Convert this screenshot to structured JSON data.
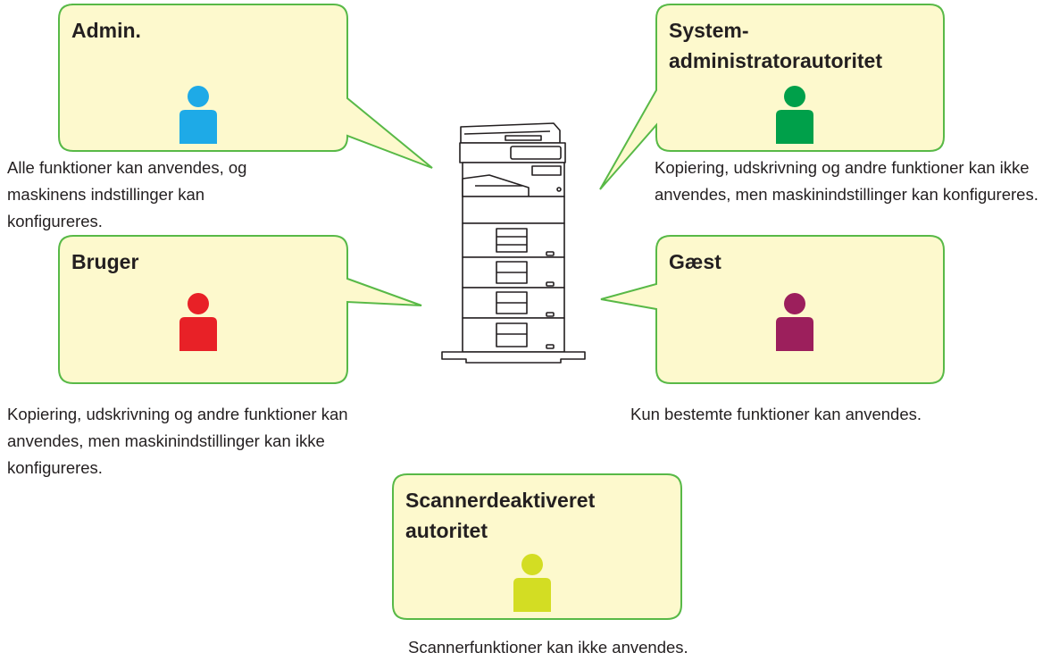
{
  "colors": {
    "bubble_fill": "#fdf9cd",
    "bubble_stroke": "#58b947",
    "admin": "#1eaae7",
    "sysadmin": "#00a04a",
    "user": "#e82127",
    "guest": "#9c1f5c",
    "scanner": "#d3dd23"
  },
  "icons": {
    "person": "person-icon",
    "printer": "multifunction-printer-icon"
  },
  "roles": {
    "admin": {
      "title": "Admin.",
      "description": "Alle funktioner kan anvendes, og maskinens indstillinger kan konfigureres."
    },
    "sysadmin": {
      "title_line1": "System-",
      "title_line2": "administratorautoritet",
      "description": "Kopiering, udskrivning og andre funktioner kan ikke anvendes, men maskinindstillinger kan konfigureres."
    },
    "user": {
      "title": "Bruger",
      "description": "Kopiering, udskrivning og andre funktioner kan anvendes, men maskinindstillinger kan ikke konfigureres."
    },
    "guest": {
      "title": "Gæst",
      "description": "Kun bestemte funktioner kan anvendes."
    },
    "scanner": {
      "title_line1": "Scannerdeaktiveret",
      "title_line2": "autoritet",
      "description": "Scannerfunktioner kan ikke anvendes."
    }
  }
}
